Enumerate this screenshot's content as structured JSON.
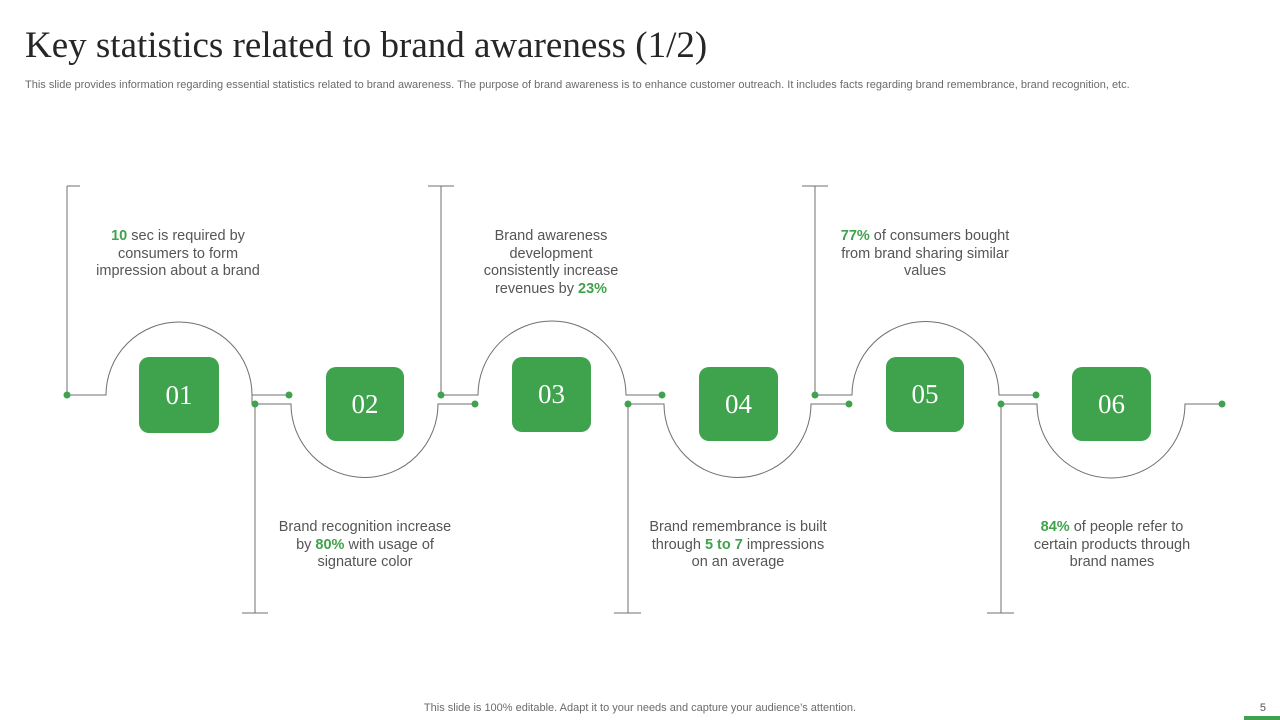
{
  "header": {
    "title": "Key statistics related to brand awareness (1/2)",
    "subtitle": "This slide provides information regarding essential statistics related to brand awareness. The purpose of brand awareness is to enhance customer outreach. It includes facts regarding brand remembrance, brand recognition, etc."
  },
  "colors": {
    "accent": "#3fa34d",
    "line": "#6f6f6f"
  },
  "steps": [
    {
      "number": "01",
      "parts": [
        {
          "t": "10",
          "hl": true
        },
        {
          "t": " sec is required by consumers to form impression about a brand",
          "hl": false
        }
      ]
    },
    {
      "number": "02",
      "parts": [
        {
          "t": "Brand recognition increase by ",
          "hl": false
        },
        {
          "t": "80%",
          "hl": true
        },
        {
          "t": " with usage of signature color",
          "hl": false
        }
      ]
    },
    {
      "number": "03",
      "parts": [
        {
          "t": "Brand awareness development consistently increase revenues by ",
          "hl": false
        },
        {
          "t": "23%",
          "hl": true
        }
      ]
    },
    {
      "number": "04",
      "parts": [
        {
          "t": "Brand remembrance is built through ",
          "hl": false
        },
        {
          "t": "5 to 7",
          "hl": true
        },
        {
          "t": " impressions on an average",
          "hl": false
        }
      ]
    },
    {
      "number": "05",
      "parts": [
        {
          "t": "77%",
          "hl": true
        },
        {
          "t": " of consumers bought from brand sharing similar values",
          "hl": false
        }
      ]
    },
    {
      "number": "06",
      "parts": [
        {
          "t": "84%",
          "hl": true
        },
        {
          "t": " of people refer to certain products through brand names",
          "hl": false
        }
      ]
    }
  ],
  "footer": {
    "note": "This slide is 100% editable. Adapt it to your needs and capture your audience’s attention.",
    "page": "5"
  }
}
